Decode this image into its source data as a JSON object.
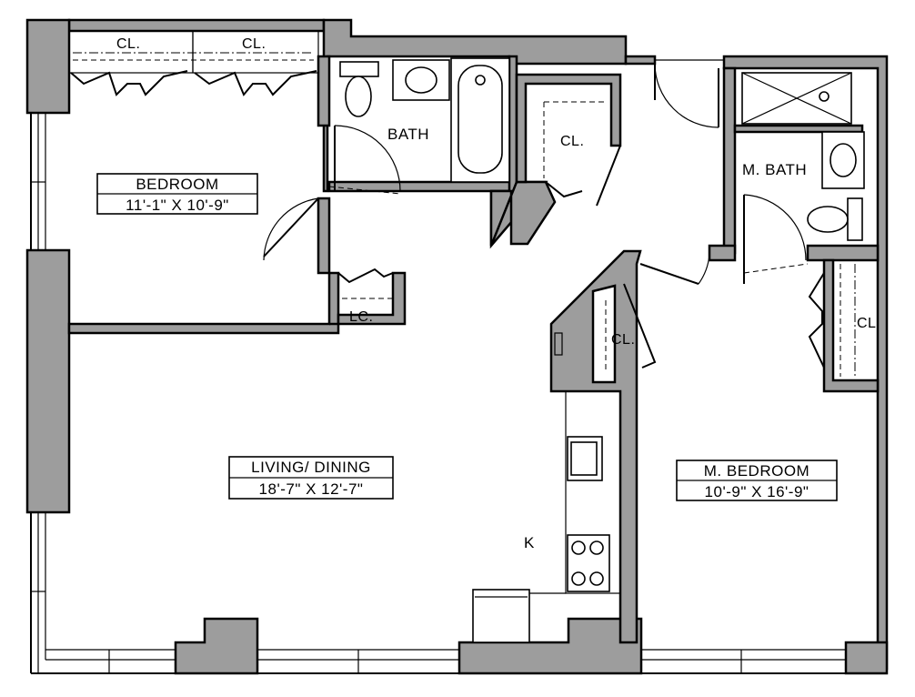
{
  "rooms": {
    "bedroom": {
      "name": "BEDROOM",
      "size": "11'-1\" X 10'-9\""
    },
    "living": {
      "name": "LIVING/ DINING",
      "size": "18'-7\" X 12'-7\""
    },
    "master_bedroom": {
      "name": "M. BEDROOM",
      "size": "10'-9\" X 16'-9\""
    },
    "bath": {
      "name": "BATH"
    },
    "master_bath": {
      "name": "M. BATH"
    },
    "kitchen": {
      "name": "K"
    }
  },
  "closets": {
    "bedroom_closet_1": "CL.",
    "bedroom_closet_2": "CL.",
    "hall_closet": "CL.",
    "linen_closet": "LC.",
    "living_closet": "CL.",
    "master_closet": "CL"
  }
}
